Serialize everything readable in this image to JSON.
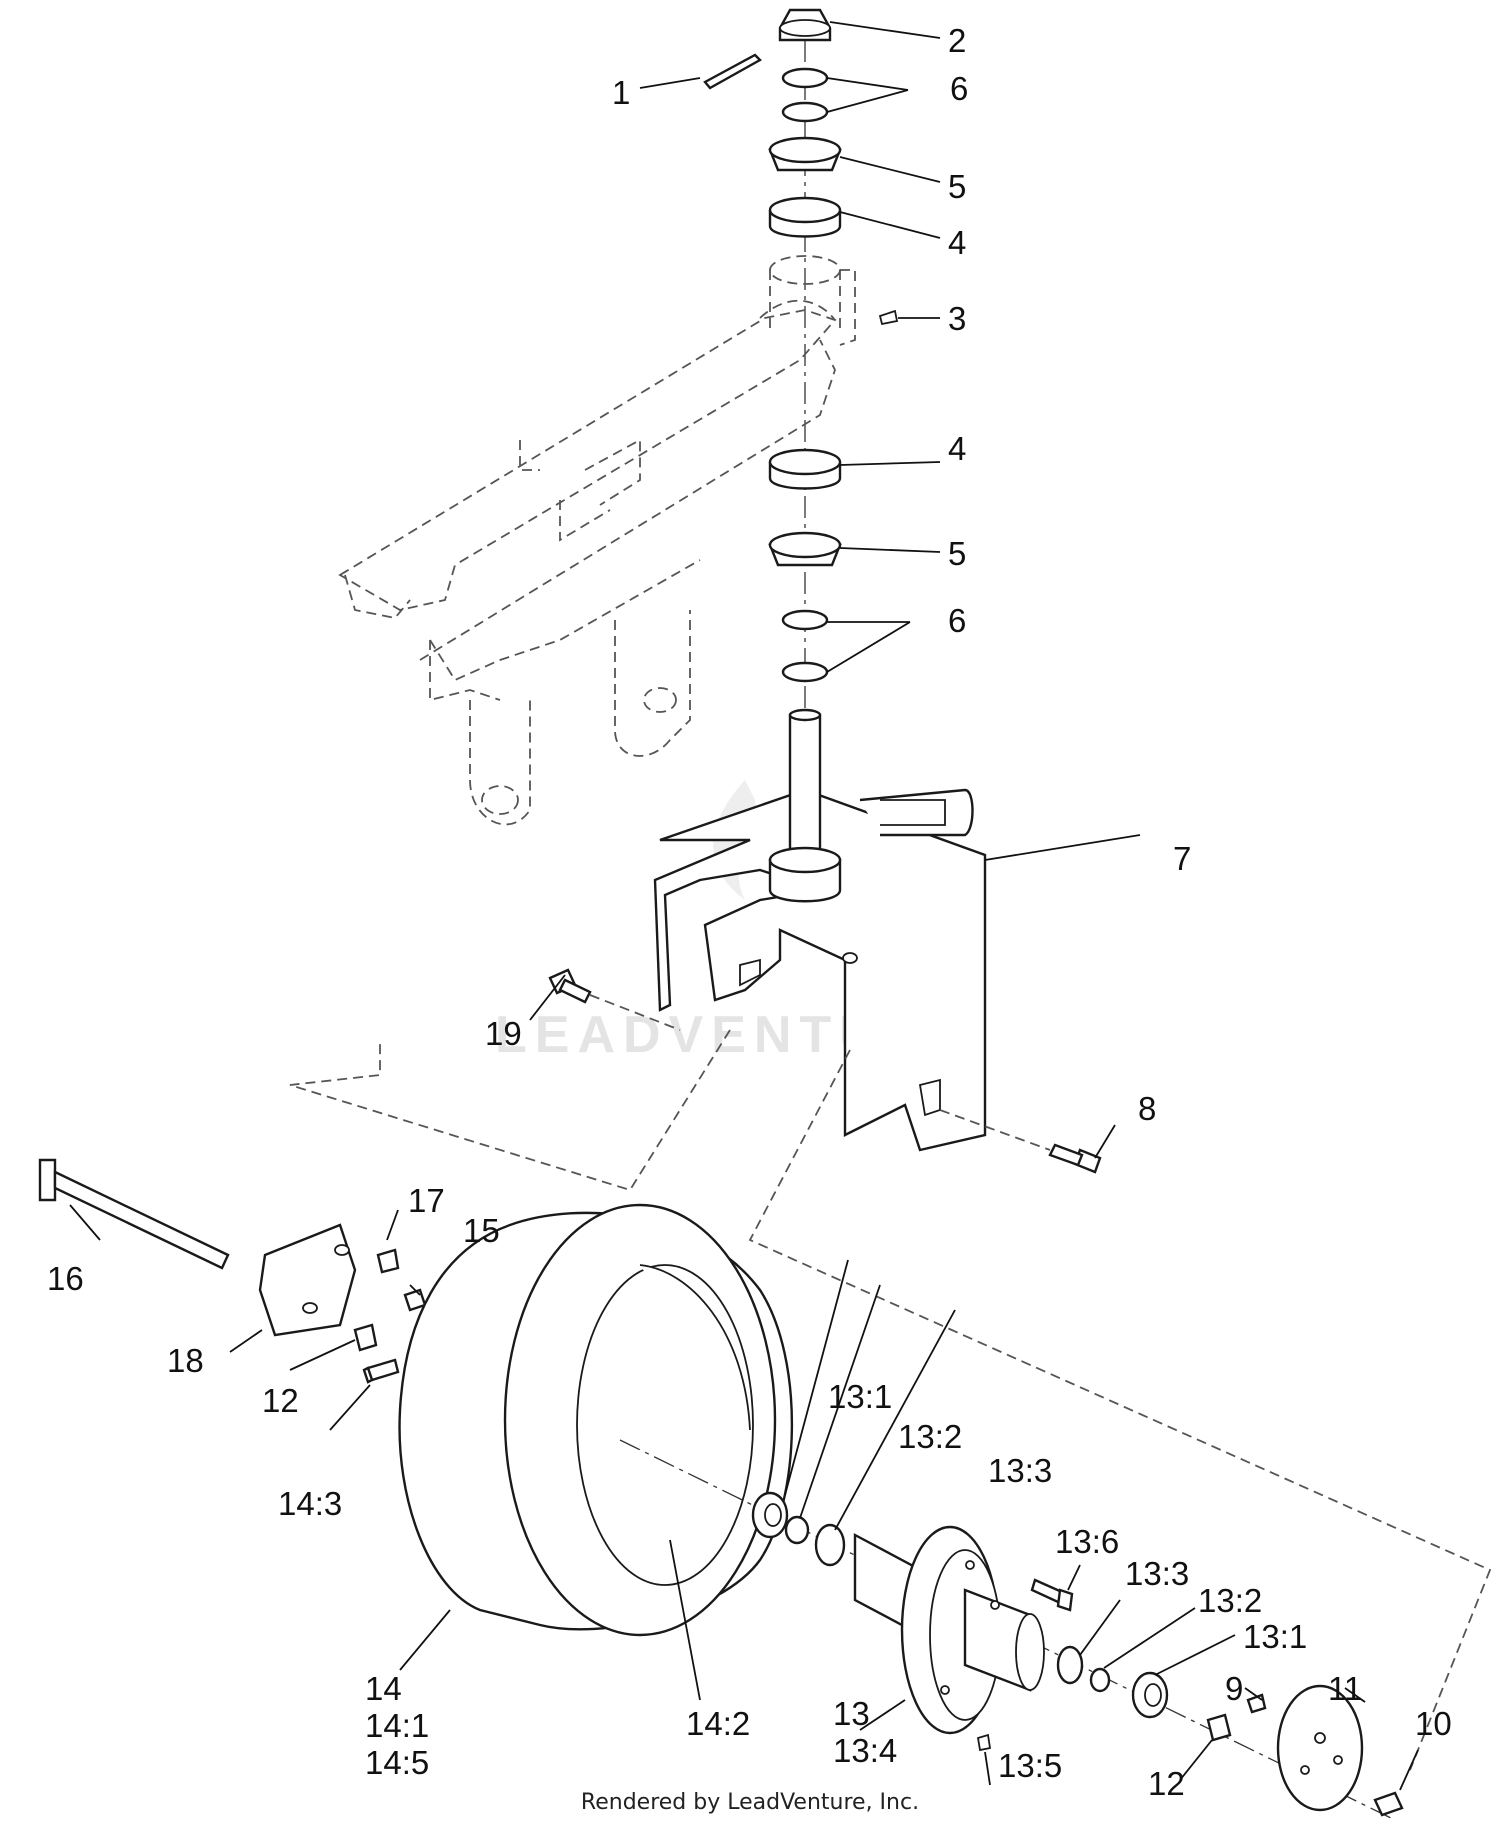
{
  "diagram": {
    "labels": {
      "l1": "1",
      "l2": "2",
      "l3": "3",
      "l4a": "4",
      "l4b": "4",
      "l5a": "5",
      "l5b": "5",
      "l6a": "6",
      "l6b": "6",
      "l7": "7",
      "l8": "8",
      "l9": "9",
      "l10": "10",
      "l11": "11",
      "l12a": "12",
      "l12b": "12",
      "l13": "13",
      "l13_4": "13:4",
      "l13_1a": "13:1",
      "l13_1b": "13:1",
      "l13_2a": "13:2",
      "l13_2b": "13:2",
      "l13_3a": "13:3",
      "l13_3b": "13:3",
      "l13_5": "13:5",
      "l13_6": "13:6",
      "l14": "14",
      "l14_1": "14:1",
      "l14_5": "14:5",
      "l14_2": "14:2",
      "l14_3": "14:3",
      "l15": "15",
      "l16": "16",
      "l17": "17",
      "l18": "18",
      "l19": "19"
    },
    "watermark": "LEADVENTURE",
    "footer": "Rendered by LeadVenture, Inc."
  }
}
